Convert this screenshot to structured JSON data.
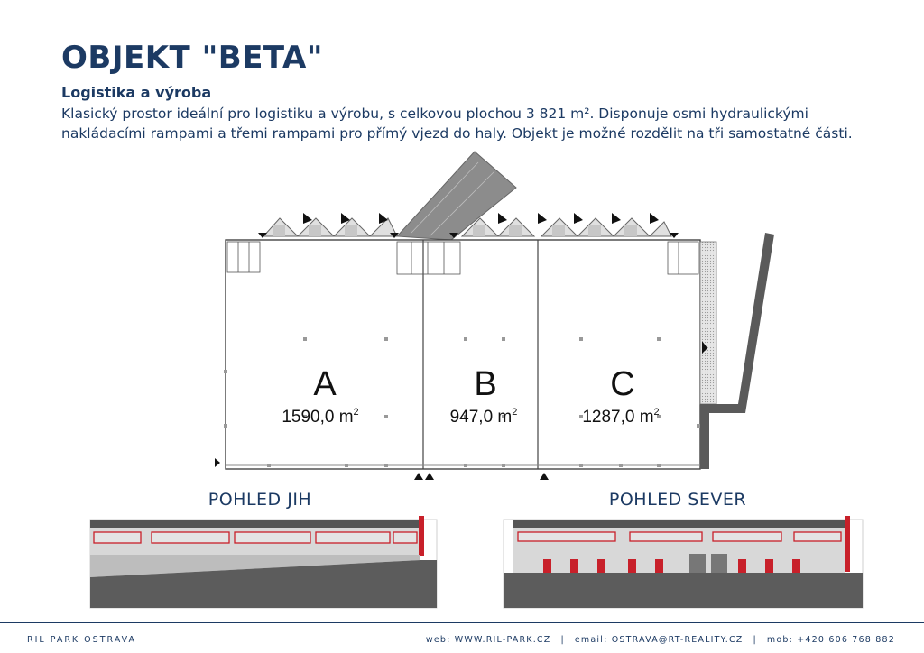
{
  "header": {
    "title": "OBJEKT \"BETA\"",
    "subtitle": "Logistika a výroba",
    "description": "Klasický prostor ideální pro logistiku a výrobu, s celkovou plochou 3 821 m². Disponuje osmi hydraulickými nakládacími rampami a třemi rampami pro přímý vjezd do haly. Objekt je možné rozdělit na tři samostatné části."
  },
  "plan": {
    "units": [
      {
        "letter": "A",
        "area": "1590,0 m",
        "sup": "2"
      },
      {
        "letter": "B",
        "area": "947,0 m",
        "sup": "2"
      },
      {
        "letter": "C",
        "area": "1287,0 m",
        "sup": "2"
      }
    ]
  },
  "views": {
    "south": "POHLED JIH",
    "north": "POHLED SEVER"
  },
  "footer": {
    "company": "RIL PARK OSTRAVA",
    "web": "web: WWW.RIL-PARK.CZ",
    "email": "email: OSTRAVA@RT-REALITY.CZ",
    "mobile": "mob: +420 606 768 882",
    "separator": "|"
  },
  "colors": {
    "brand": "#1c3a63",
    "wall": "#555555",
    "dock_door": "#c8202a"
  }
}
